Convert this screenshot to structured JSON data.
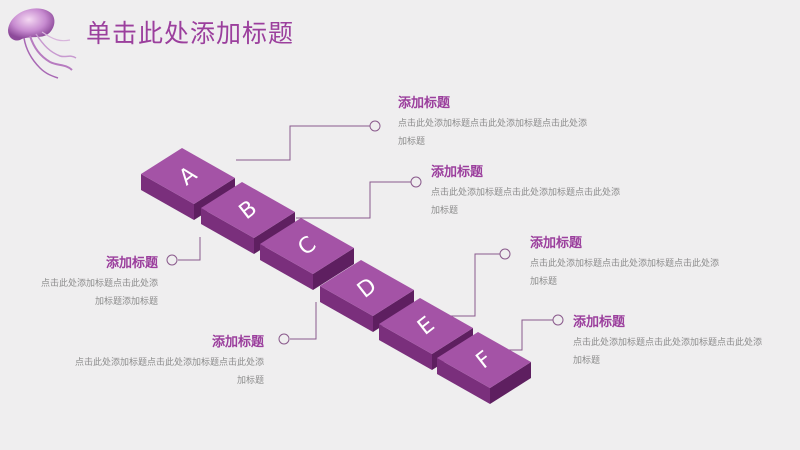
{
  "title": "单击此处添加标题",
  "colors": {
    "accent": "#9b3f9d",
    "tile_top": "#a453a6",
    "tile_left": "#7a2f7c",
    "tile_front": "#5e1f60",
    "line": "#8a5a8c"
  },
  "tiles": [
    "A",
    "B",
    "C",
    "D",
    "E",
    "F"
  ],
  "items": [
    {
      "heading": "添加标题",
      "body": "点击此处添加标题点击此处添加标题点击此处添加标题"
    },
    {
      "heading": "添加标题",
      "body": "点击此处添加标题点击此处添加标题点击此处添加标题"
    },
    {
      "heading": "添加标题",
      "body": "点击此处添加标题点击此处添加标题点击此处添加标题"
    },
    {
      "heading": "添加标题",
      "body": "点击此处添加标题点击此处添加标题点击此处添加标题"
    },
    {
      "heading": "添加标题",
      "body": "点击此处添加标题点击此处添加标题添加标题"
    },
    {
      "heading": "添加标题",
      "body": "点击此处添加标题点击此处添加标题点击此处添加标题"
    }
  ]
}
